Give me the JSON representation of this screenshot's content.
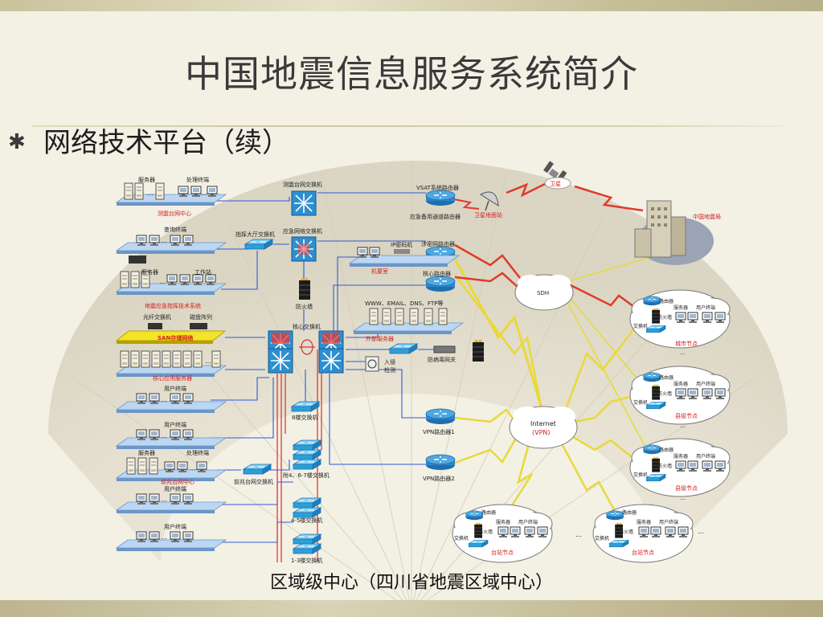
{
  "title": "中国地震信息服务系统简介",
  "subtitle": "网络技术平台（续）",
  "caption": "区域级中心（四川省地震区域中心）",
  "colors": {
    "link_blue": "#2e5bd8",
    "link_red": "#d83030",
    "wan_yellow": "#e8d93a",
    "wan_red": "#e03a2a",
    "switch_blue": "#2d9fd8",
    "router_blue": "#2f74b8",
    "label_red": "#d42020"
  },
  "diagram": {
    "left_groups": {
      "g1": {
        "label_a": "服务器",
        "label_b": "处理终端",
        "name": "测震台网中心"
      },
      "g2": {
        "label_a": "查询终端"
      },
      "g3": {
        "label_a": "服务器",
        "label_b": "工作站",
        "name": "地震应急指挥技术系统"
      },
      "g4": {
        "label_a": "光纤交换机",
        "label_b": "磁盘阵列",
        "name": "SAN存储网络"
      },
      "g5": {
        "name": "核心应用服务器"
      },
      "g6": {
        "label_a": "用户终端"
      },
      "g7": {
        "label_a": "用户终端"
      },
      "g8": {
        "label_a": "服务器",
        "label_b": "处理终端",
        "name": "前兆台网中心"
      },
      "g9": {
        "label_a": "用户终端"
      },
      "g10": {
        "label_a": "用户终端"
      }
    },
    "devices": {
      "seis_switch": "测震台网交换机",
      "cmd_switch": "指挥大厅交换机",
      "emerg_switch": "应急网络交换机",
      "firewall": "防火墙",
      "core_switch": "核心交换机",
      "sw8": "8楼交换机",
      "sw467": "附4、6-7楼交换机",
      "prec_switch": "前兆台网交换机",
      "sw45": "4-5楼交换机",
      "sw13": "1-3楼交换机",
      "vsat_router": "VSAT系统路由器",
      "emerg_router": "应急备用通道路由器",
      "secret_router": "涉密网路由器",
      "ip_crypto": "IP密码机",
      "crypto_room": "机要室",
      "core_router": "核心路由器",
      "ext_servers_top": "WWW、EMAIL、DNS、FTP等",
      "ext_servers": "外部服务器",
      "ids_a": "入侵",
      "ids_b": "检测",
      "av_gateway": "防病毒网关",
      "vpn1": "VPN路由器1",
      "vpn2": "VPN路由器2",
      "sat_station": "卫星地面站",
      "satellite": "卫星",
      "cea": "中国地震局",
      "sdh": "SDH",
      "internet_a": "Internet",
      "internet_b": "(VPN)"
    },
    "nodes": {
      "router": "路由器",
      "firewall": "防火墙",
      "server": "服务器",
      "user_terminal": "用户终端",
      "switch": "交换机",
      "city": "城市节点",
      "county1": "县级节点",
      "county2": "县级节点",
      "station1": "台站节点",
      "station2": "台站节点",
      "dots": "…"
    }
  }
}
